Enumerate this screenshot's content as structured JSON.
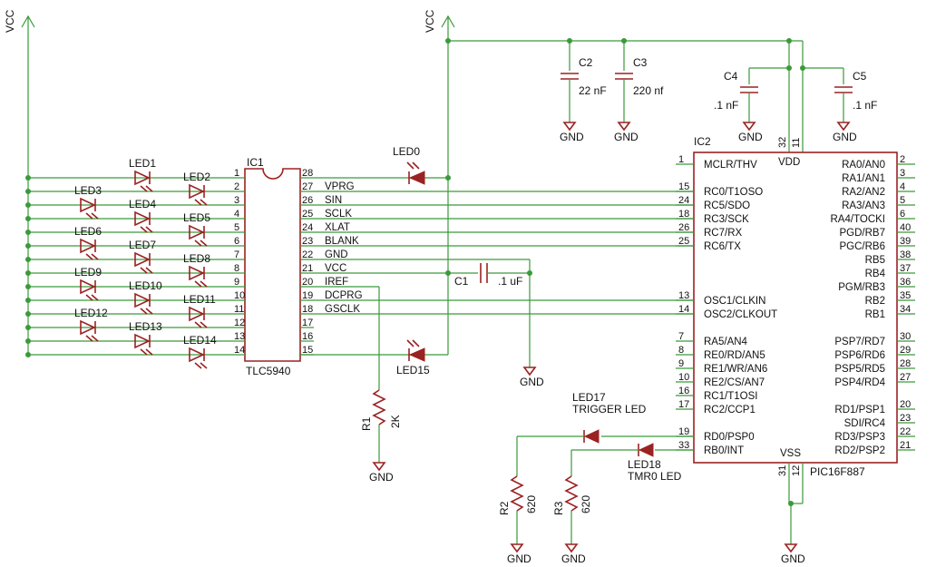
{
  "power": {
    "vcc": "VCC",
    "gnd": "GND"
  },
  "tlc": {
    "ref": "IC1",
    "value": "TLC5940",
    "left_pins": [
      "1",
      "2",
      "3",
      "4",
      "5",
      "6",
      "7",
      "8",
      "9",
      "10",
      "11",
      "12",
      "13",
      "14"
    ],
    "right_pins": [
      "28",
      "27",
      "26",
      "25",
      "24",
      "23",
      "22",
      "21",
      "20",
      "19",
      "18",
      "17",
      "16",
      "15"
    ],
    "right_signals": [
      "",
      "VPRG",
      "SIN",
      "SCLK",
      "XLAT",
      "BLANK",
      "GND",
      "VCC",
      "IREF",
      "DCPRG",
      "GSCLK",
      "",
      "",
      ""
    ]
  },
  "leds_col1": [
    "LED1",
    "LED4",
    "LED7",
    "LED10",
    "LED13"
  ],
  "leds_col2": [
    "LED2",
    "LED5",
    "LED8",
    "LED11",
    "LED14"
  ],
  "leds_col0": [
    "LED3",
    "LED6",
    "LED9",
    "LED12"
  ],
  "led0": "LED0",
  "led15": "LED15",
  "led17": {
    "ref": "LED17",
    "label": "TRIGGER LED"
  },
  "led18": {
    "ref": "LED18",
    "label": "TMR0 LED"
  },
  "c1": {
    "ref": "C1",
    "value": ".1 uF"
  },
  "c2": {
    "ref": "C2",
    "value": "22 nF"
  },
  "c3": {
    "ref": "C3",
    "value": "220 nf"
  },
  "c4": {
    "ref": "C4",
    "value": ".1 nF"
  },
  "c5": {
    "ref": "C5",
    "value": ".1 nF"
  },
  "r1": {
    "ref": "R1",
    "value": "2K"
  },
  "r2": {
    "ref": "R2",
    "value": "620"
  },
  "r3": {
    "ref": "R3",
    "value": "620"
  },
  "pic": {
    "ref": "IC2",
    "value": "PIC16F887",
    "vdd": "VDD",
    "vss": "VSS",
    "top_pins": [
      "32",
      "11"
    ],
    "bottom_pins": [
      "31",
      "12"
    ],
    "left": [
      {
        "num": "1",
        "name": "MCLR/THV"
      },
      {
        "num": "15",
        "name": "RC0/T1OSO"
      },
      {
        "num": "24",
        "name": "RC5/SDO"
      },
      {
        "num": "18",
        "name": "RC3/SCK"
      },
      {
        "num": "26",
        "name": "RC7/RX"
      },
      {
        "num": "25",
        "name": "RC6/TX"
      },
      {
        "num": "13",
        "name": "OSC1/CLKIN"
      },
      {
        "num": "14",
        "name": "OSC2/CLKOUT"
      },
      {
        "num": "7",
        "name": "RA5/AN4"
      },
      {
        "num": "8",
        "name": "RE0/RD/AN5"
      },
      {
        "num": "9",
        "name": "RE1/WR/AN6"
      },
      {
        "num": "10",
        "name": "RE2/CS/AN7"
      },
      {
        "num": "16",
        "name": "RC1/T1OSI"
      },
      {
        "num": "17",
        "name": "RC2/CCP1"
      },
      {
        "num": "19",
        "name": "RD0/PSP0"
      },
      {
        "num": "33",
        "name": "RB0/INT"
      }
    ],
    "right": [
      {
        "num": "2",
        "name": "RA0/AN0"
      },
      {
        "num": "3",
        "name": "RA1/AN1"
      },
      {
        "num": "4",
        "name": "RA2/AN2"
      },
      {
        "num": "5",
        "name": "RA3/AN3"
      },
      {
        "num": "6",
        "name": "RA4/TOCKI"
      },
      {
        "num": "40",
        "name": "PGD/RB7"
      },
      {
        "num": "39",
        "name": "PGC/RB6"
      },
      {
        "num": "38",
        "name": "RB5"
      },
      {
        "num": "37",
        "name": "RB4"
      },
      {
        "num": "36",
        "name": "PGM/RB3"
      },
      {
        "num": "35",
        "name": "RB2"
      },
      {
        "num": "34",
        "name": "RB1"
      },
      {
        "num": "30",
        "name": "PSP7/RD7"
      },
      {
        "num": "29",
        "name": "PSP6/RD6"
      },
      {
        "num": "28",
        "name": "PSP5/RD5"
      },
      {
        "num": "27",
        "name": "PSP4/RD4"
      },
      {
        "num": "20",
        "name": "RD1/PSP1"
      },
      {
        "num": "23",
        "name": "SDI/RC4"
      },
      {
        "num": "22",
        "name": "RD3/PSP3"
      },
      {
        "num": "21",
        "name": "RD2/PSP2"
      }
    ]
  }
}
